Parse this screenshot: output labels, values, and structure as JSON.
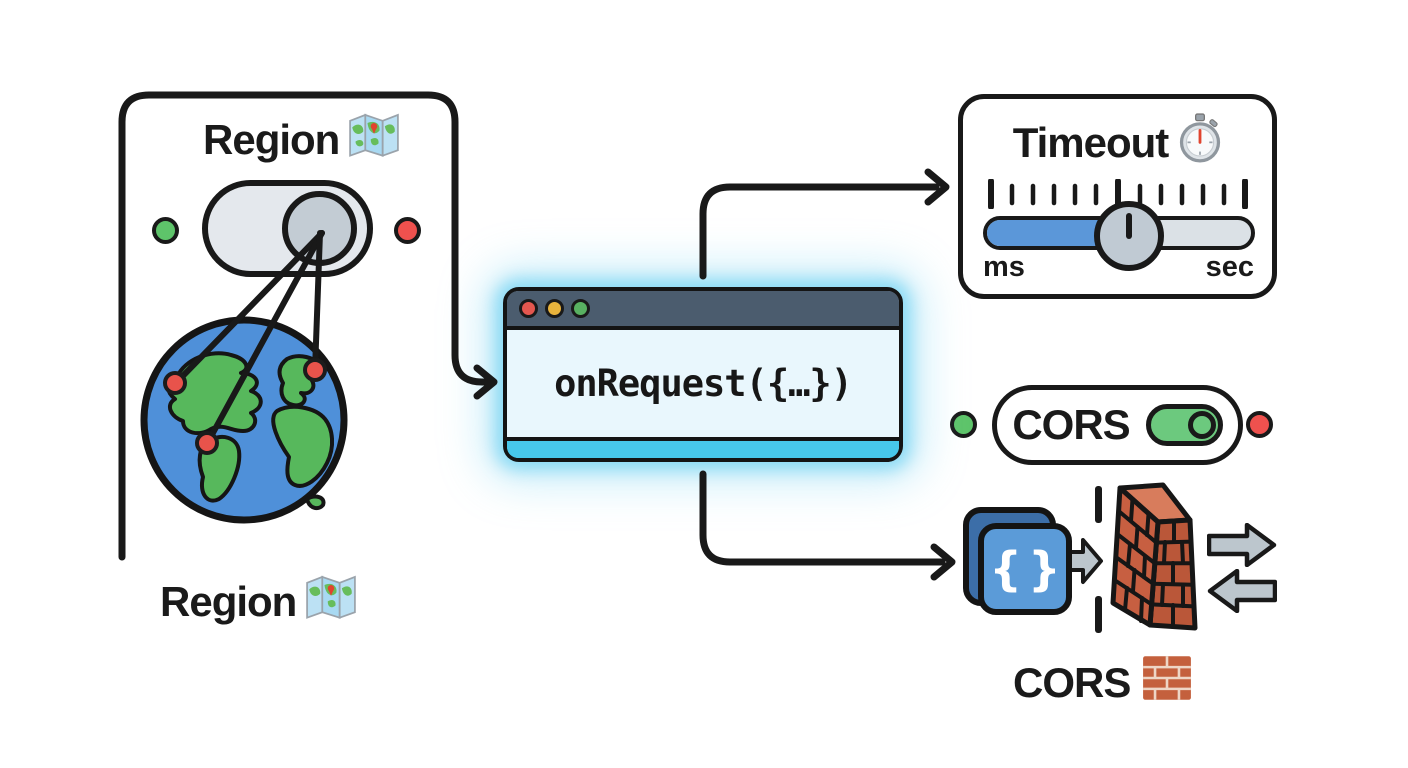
{
  "region_panel": {
    "title": "Region",
    "footer_label": "Region",
    "toggle_state": "center",
    "status_left": "green",
    "status_right": "red",
    "globe_markers": 3
  },
  "browser_window": {
    "code_text": "onRequest({…})",
    "traffic_lights": [
      "red",
      "yellow",
      "green"
    ]
  },
  "timeout_panel": {
    "title": "Timeout",
    "min_label": "ms",
    "max_label": "sec",
    "slider_position_pct": 53
  },
  "cors": {
    "toggle_label": "CORS",
    "toggle_state": "on",
    "braces_text": "{}",
    "footer_label": "CORS",
    "status_left": "green",
    "status_right": "red"
  },
  "icons": {
    "region_title_icon": "world-map",
    "timeout_title_icon": "stopwatch",
    "cors_footer_icon": "brick-wall"
  },
  "colors": {
    "glow_cyan": "#7ed6f3",
    "window_header": "#4b5c6e",
    "window_body": "#e9f7fd",
    "window_footer_cyan": "#47c7ea",
    "slider_blue": "#5b97d9",
    "toggle_green": "#6cc97e",
    "status_green": "#5ec46a",
    "status_red": "#ef514e",
    "globe_ocean": "#4f90d9",
    "globe_land": "#57b85c",
    "marker_red": "#e8534b",
    "brick_orange": "#c75f41",
    "code_square_blue": "#5b9bd8",
    "arrow_gray": "#bcc6cd"
  }
}
